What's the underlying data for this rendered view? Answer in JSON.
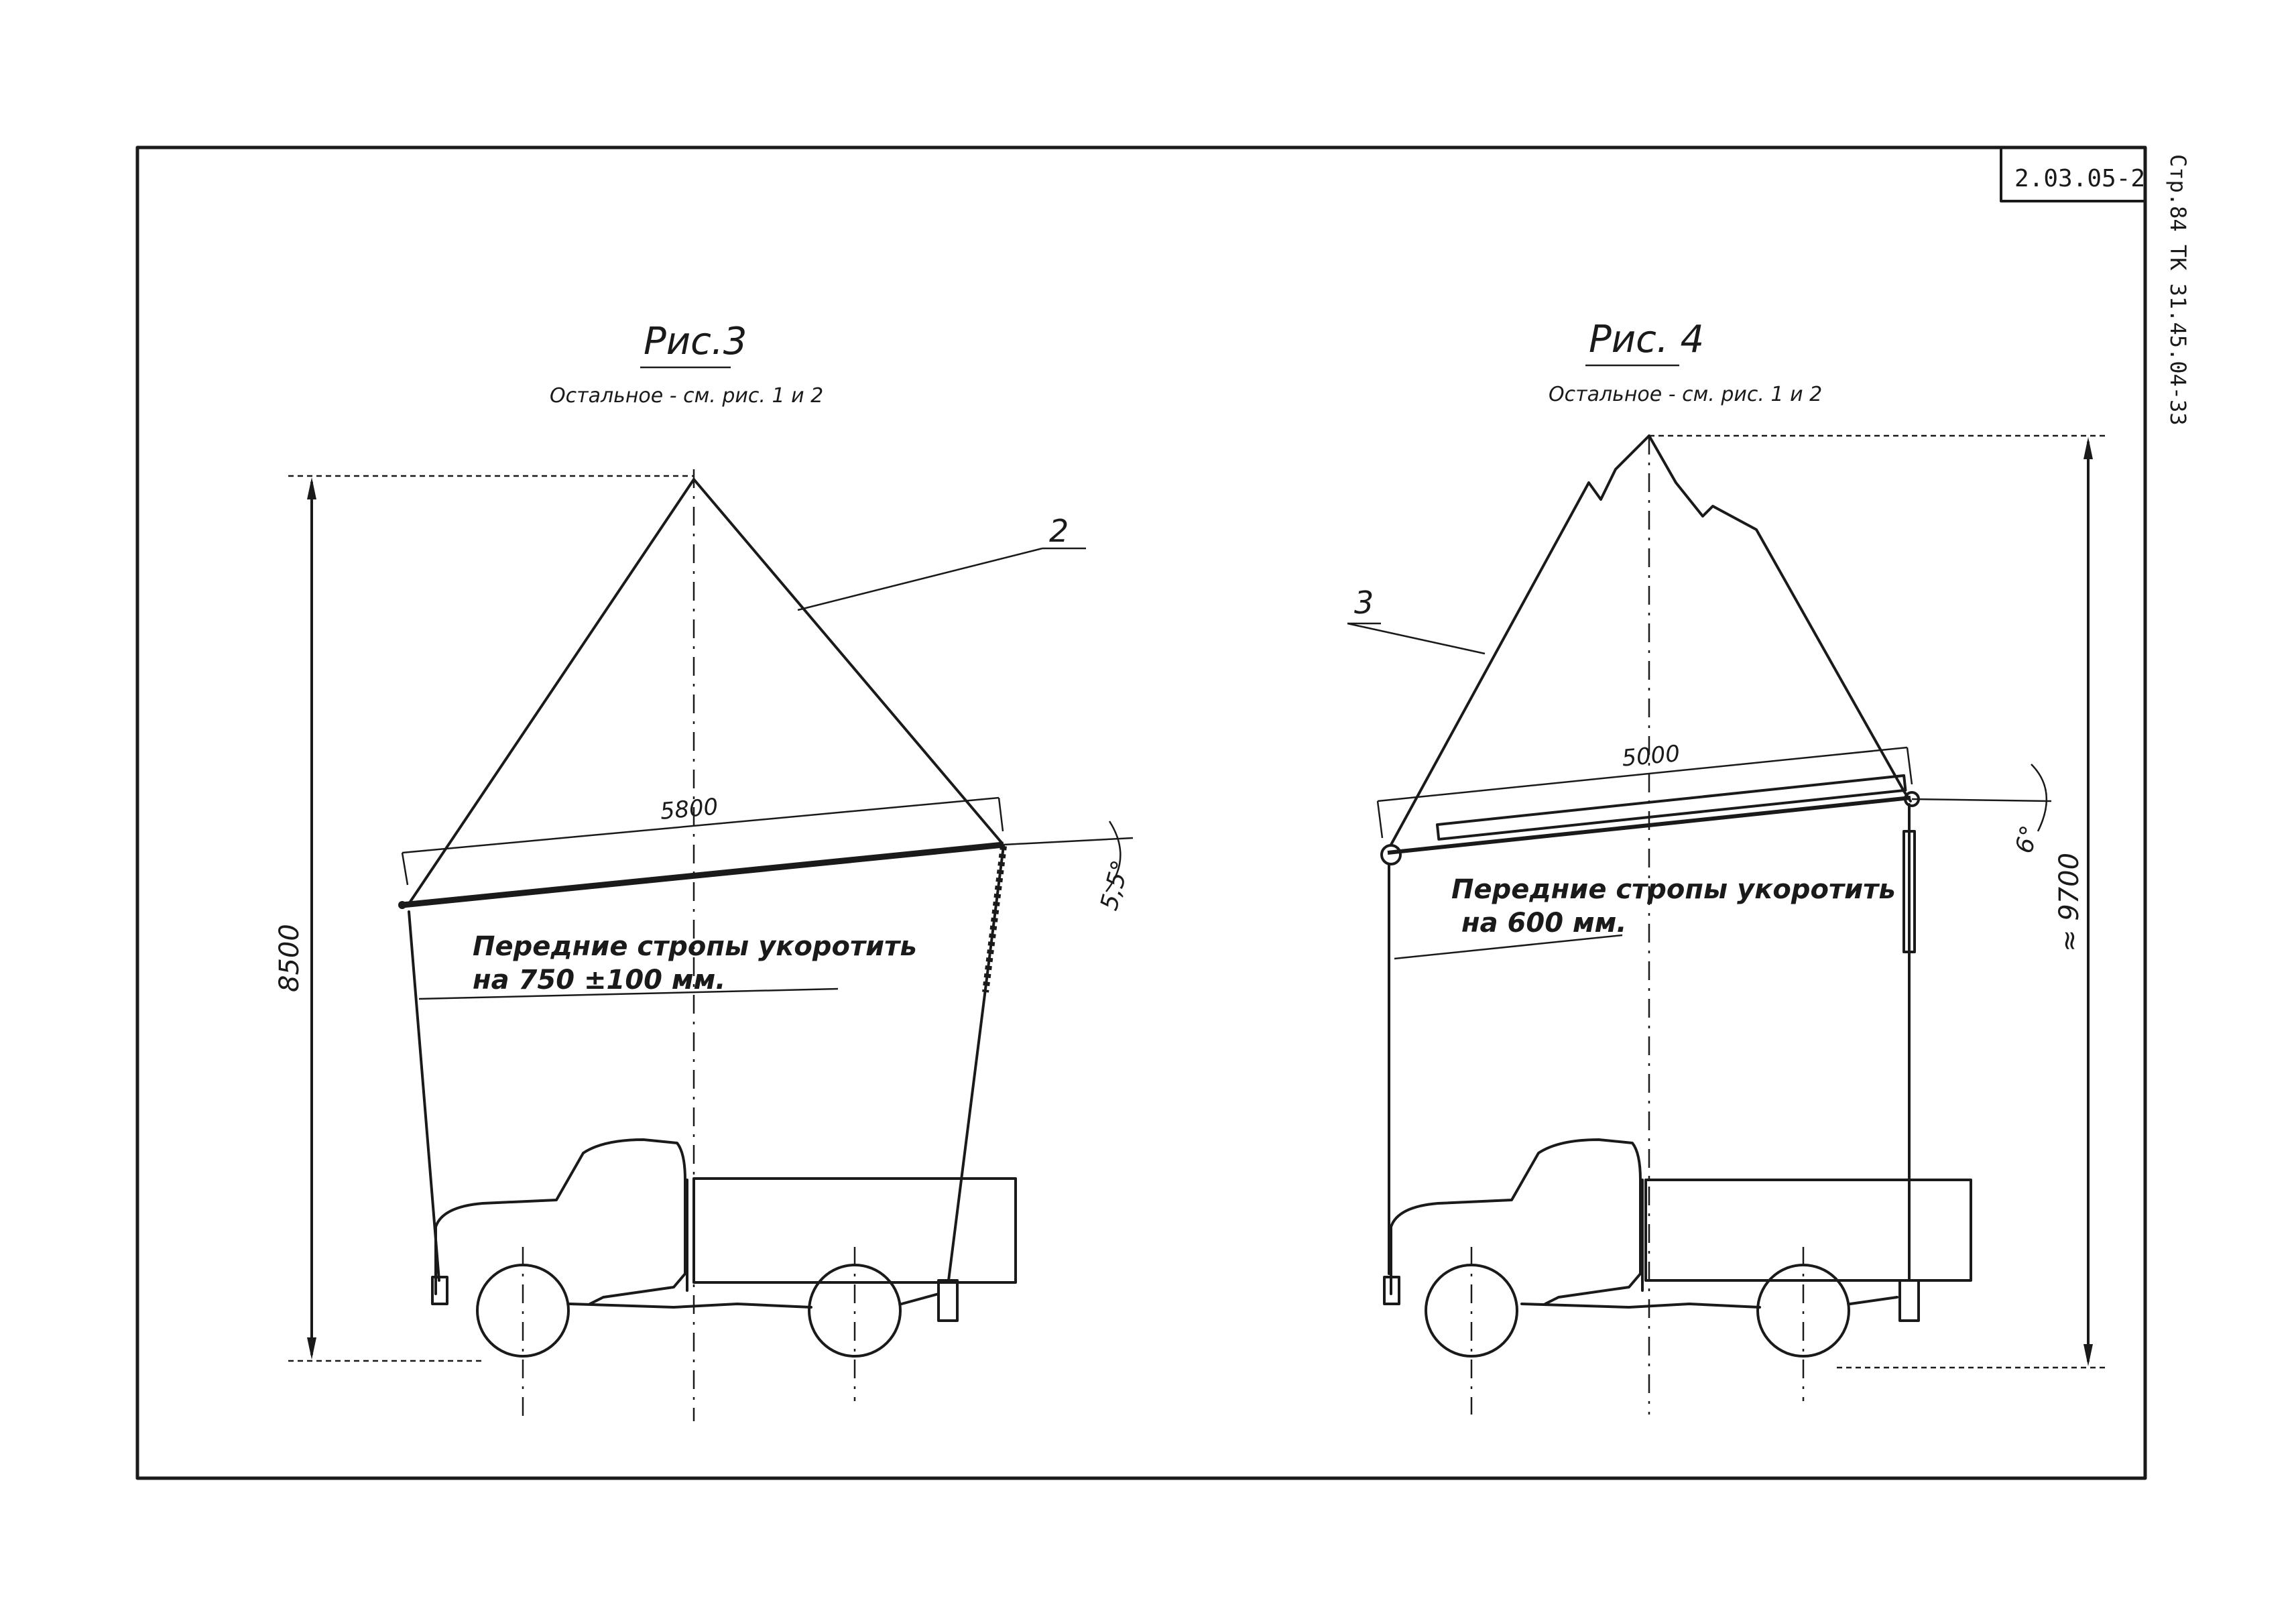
{
  "stamp": {
    "code": "2.03.05-2"
  },
  "side_code": "Стр.84 ТК 31.45.04-33",
  "fig3": {
    "title": "Рис.3",
    "subtitle": "Остальное - см. рис. 1 и 2",
    "leader_label": "2",
    "span": "5800",
    "angle": "5,5°",
    "height": "8500",
    "note_line1": "Передние стропы укоротить",
    "note_line2": "на 750 ±100 мм."
  },
  "fig4": {
    "title": "Рис. 4",
    "subtitle": "Остальное - см. рис. 1 и 2",
    "leader_label": "3",
    "span": "5000",
    "angle": "6°",
    "height": "≈ 9700",
    "note_line1": "Передние стропы укоротить",
    "note_line2": "на 600 мм."
  }
}
